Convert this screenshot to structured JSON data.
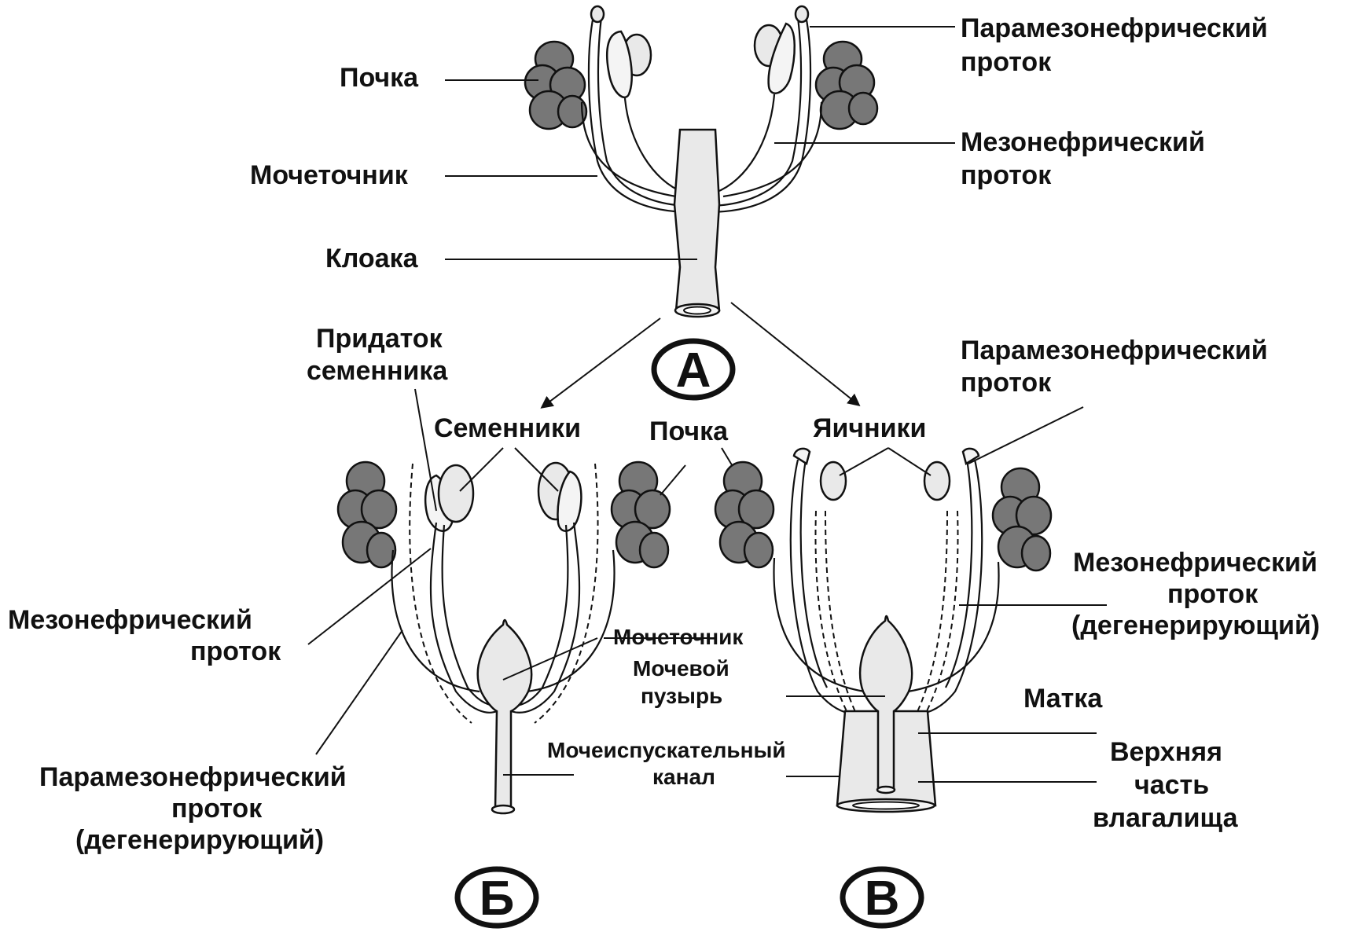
{
  "panel_a": {
    "letter": "А",
    "labels": {
      "kidney": "Почка",
      "ureter": "Мочеточник",
      "cloaca": "Клоака",
      "paramesonephric_line1": "Парамезонефрический",
      "paramesonephric_line2": "проток",
      "mesonephric_line1": "Мезонефрический",
      "mesonephric_line2": "проток"
    }
  },
  "panel_b": {
    "letter": "Б",
    "labels": {
      "epididymis_line1": "Придаток",
      "epididymis_line2": "семенника",
      "testes": "Семенники",
      "mesonephric_line1": "Мезонефрический",
      "mesonephric_line2": "проток",
      "paramesonephric_line1": "Парамезонефрический",
      "paramesonephric_line2": "проток",
      "paramesonephric_line3": "(дегенерирующий)"
    }
  },
  "shared": {
    "kidney": "Почка",
    "ureter": "Мочеточник",
    "bladder_line1": "Мочевой",
    "bladder_line2": "пузырь",
    "urethra_line1": "Мочеиспускательный",
    "urethra_line2": "канал"
  },
  "panel_c": {
    "letter": "В",
    "labels": {
      "ovaries": "Яичники",
      "paramesonephric_line1": "Парамезонефрический",
      "paramesonephric_line2": "проток",
      "mesonephric_line1": "Мезонефрический",
      "mesonephric_line2": "проток",
      "mesonephric_line3": "(дегенерирующий)",
      "uterus": "Матка",
      "vagina_line1": "Верхняя",
      "vagina_line2": "часть",
      "vagina_line3": "влагалища"
    }
  }
}
